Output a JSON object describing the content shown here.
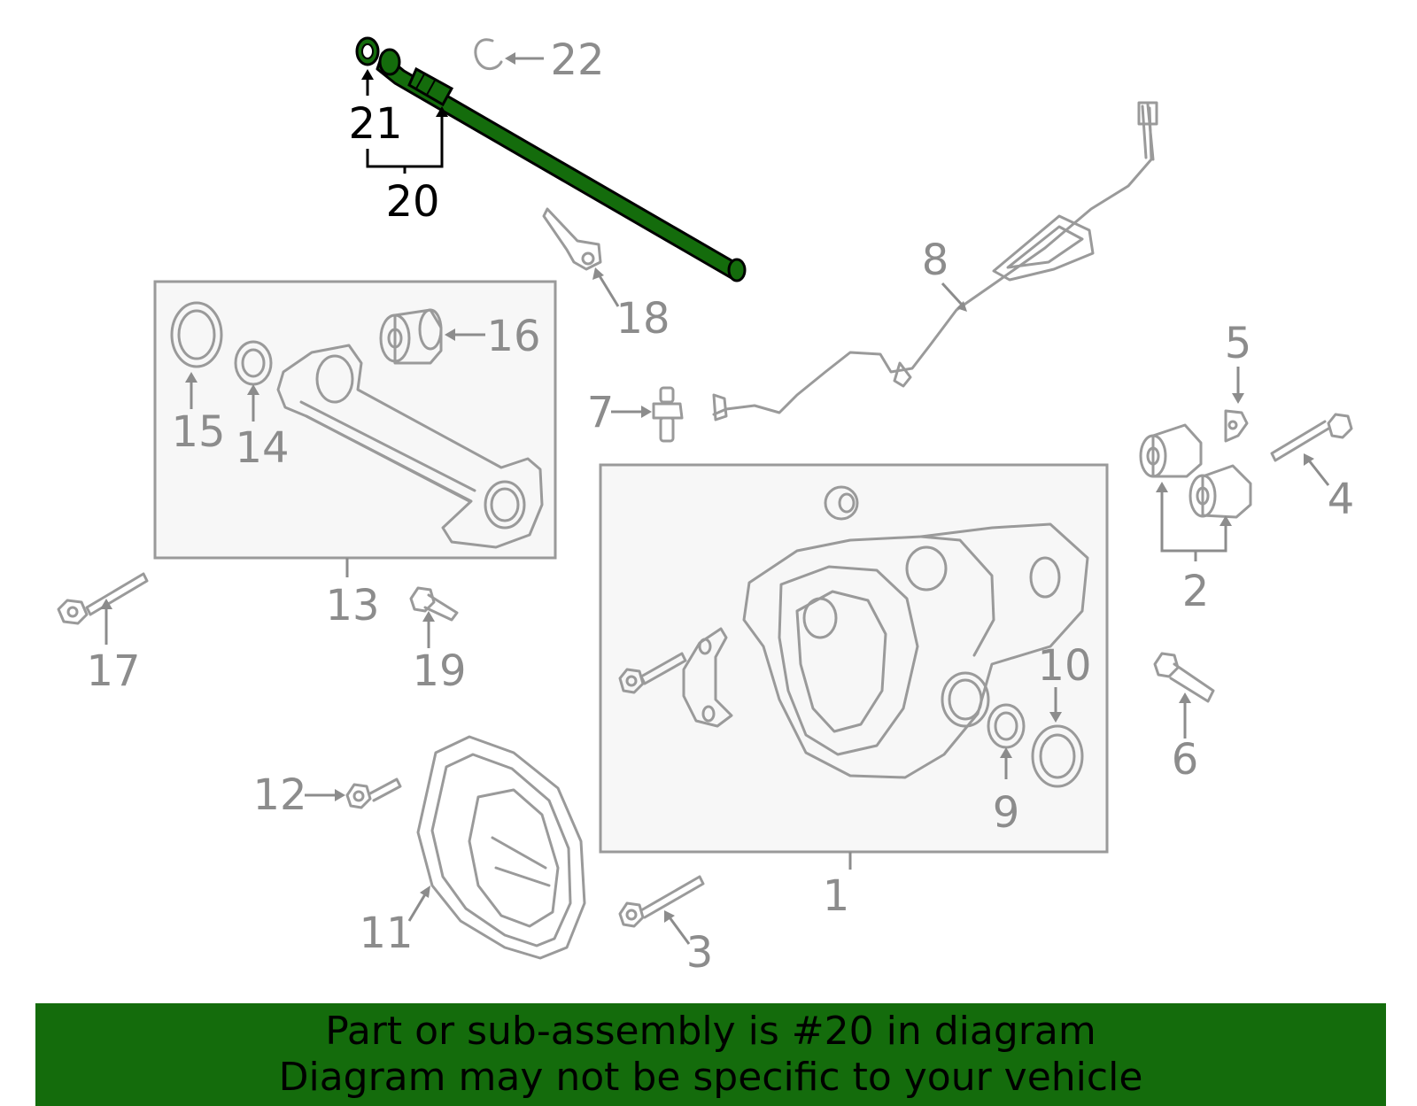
{
  "colors": {
    "highlight": "#146c0c",
    "part_stroke": "#9a9a9a",
    "label": "#8c8c8c"
  },
  "highlighted_part": "20",
  "callouts": {
    "c1": "1",
    "c2": "2",
    "c3": "3",
    "c4": "4",
    "c5": "5",
    "c6": "6",
    "c7": "7",
    "c8": "8",
    "c9": "9",
    "c10": "10",
    "c11": "11",
    "c12": "12",
    "c13": "13",
    "c14": "14",
    "c15": "15",
    "c16": "16",
    "c17": "17",
    "c18": "18",
    "c19": "19",
    "c20": "20",
    "c21": "21",
    "c22": "22"
  },
  "banner": {
    "line1": "Part or sub-assembly is #20 in diagram",
    "line2": "Diagram may not be specific to your vehicle"
  }
}
